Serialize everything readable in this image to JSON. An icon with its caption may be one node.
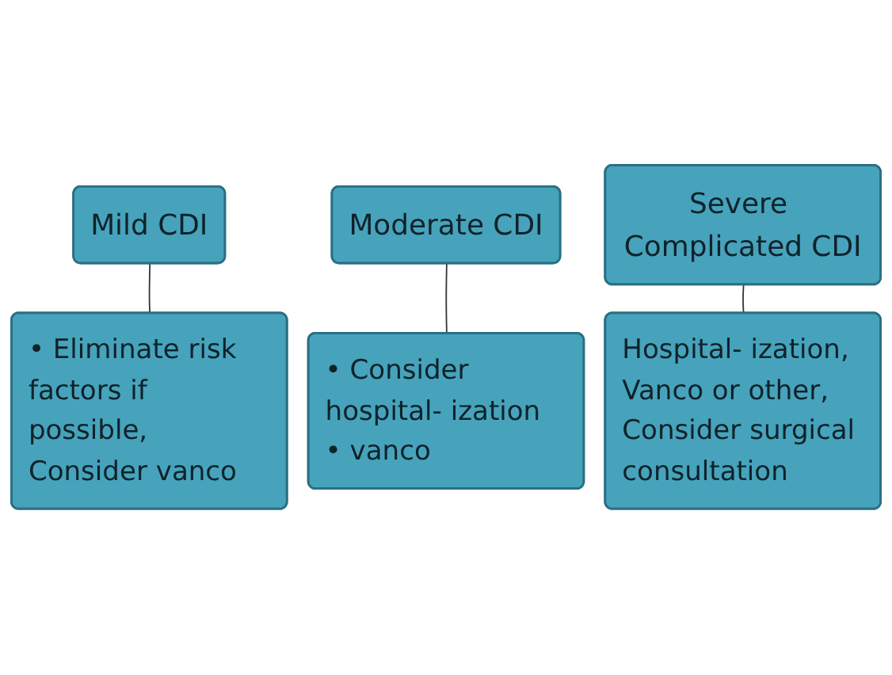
{
  "diagram": {
    "nodes": [
      {
        "text": [
          "Mild CDI"
        ]
      },
      {
        "text": [
          "Moderate CDI"
        ]
      },
      {
        "text": [
          "Severe Complicated CDI"
        ]
      },
      {
        "text": [
          "• Eliminate risk factors if possible, Consider vanco"
        ]
      },
      {
        "text": [
          "• Consider hospital- ization",
          "• vanco"
        ]
      },
      {
        "text": [
          "Hospital- ization, Vanco or other, Consider surgical consultation"
        ]
      }
    ],
    "edges": [
      {
        "from": 0,
        "to": 3,
        "arrow": "none"
      },
      {
        "from": 1,
        "to": 4,
        "arrow": "none"
      },
      {
        "from": 2,
        "to": 5,
        "arrow": "none"
      }
    ]
  }
}
